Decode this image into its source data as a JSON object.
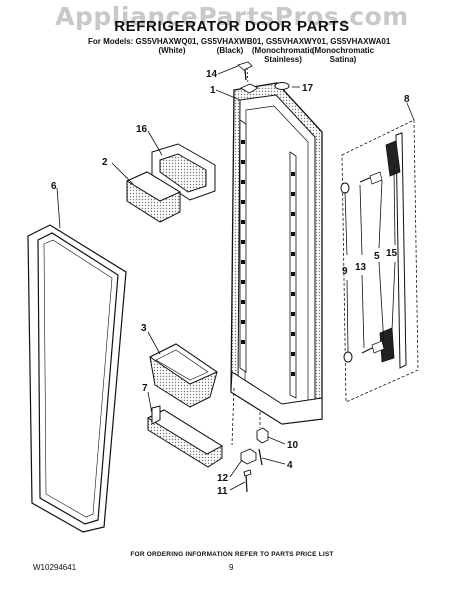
{
  "watermark": "AppliancePartsPros.com",
  "title": "REFRIGERATOR DOOR PARTS",
  "models_line": "For Models: GS5VHAXWQ01, GS5VHAXWB01, GS5VHAXWY01, GS5VHAXWA01",
  "colors": [
    {
      "line1": "(White)",
      "line2": ""
    },
    {
      "line1": "(Black)",
      "line2": ""
    },
    {
      "line1": "(Monochromatic",
      "line2": "Stainless)"
    },
    {
      "line1": "(Monochromatic",
      "line2": "Satina)"
    }
  ],
  "callouts": [
    "14",
    "1",
    "17",
    "16",
    "2",
    "6",
    "8",
    "9",
    "13",
    "5",
    "15",
    "3",
    "7",
    "10",
    "4",
    "12",
    "11"
  ],
  "footer": {
    "ordering_note": "FOR ORDERING INFORMATION REFER TO PARTS PRICE LIST",
    "doc_number": "W10294641",
    "page_number": "9"
  }
}
